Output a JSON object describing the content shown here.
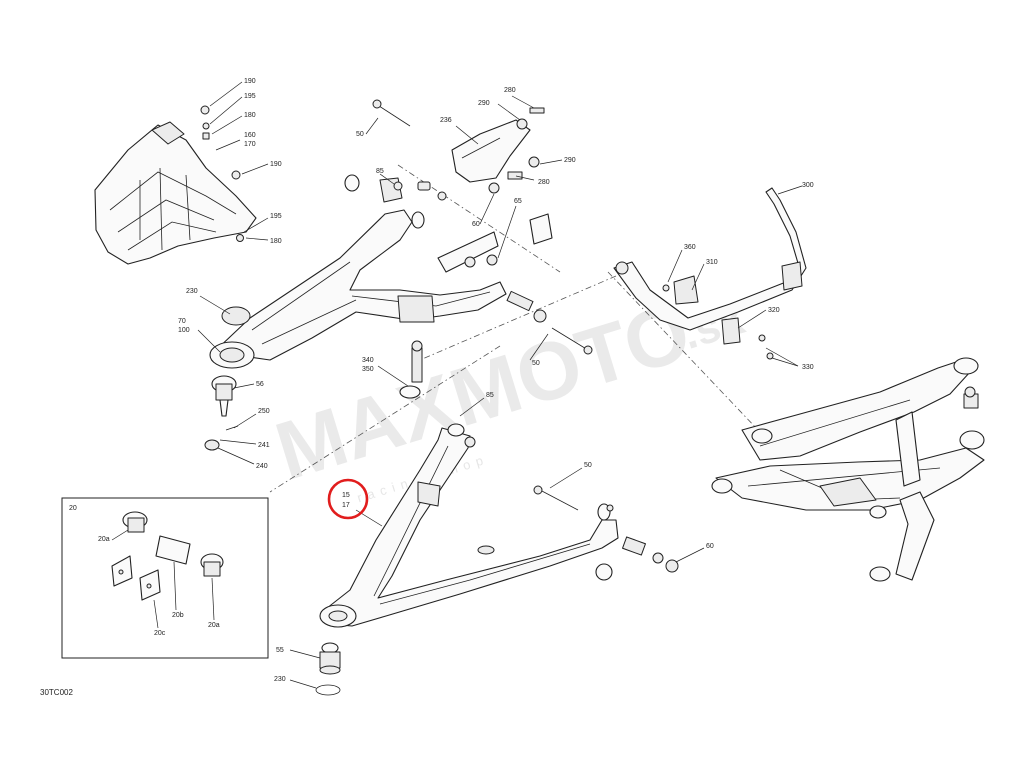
{
  "diagram": {
    "document_id": "30TC002",
    "watermark": {
      "brand": "MAXMOTO",
      "suffix": ".sk",
      "tagline": "racing_shop"
    },
    "highlighted_callout": [
      "15",
      "17"
    ],
    "inset": {
      "label": "20",
      "parts": [
        "20a",
        "20a",
        "20b",
        "20c"
      ]
    },
    "callouts": [
      "190",
      "195",
      "180",
      "160",
      "170",
      "190",
      "195",
      "180",
      "230",
      "70",
      "100",
      "56",
      "250",
      "241",
      "240",
      "50",
      "85",
      "236",
      "290",
      "280",
      "290",
      "280",
      "60",
      "65",
      "50",
      "340",
      "350",
      "85",
      "300",
      "360",
      "310",
      "320",
      "330",
      "50",
      "60",
      "55",
      "230"
    ]
  }
}
